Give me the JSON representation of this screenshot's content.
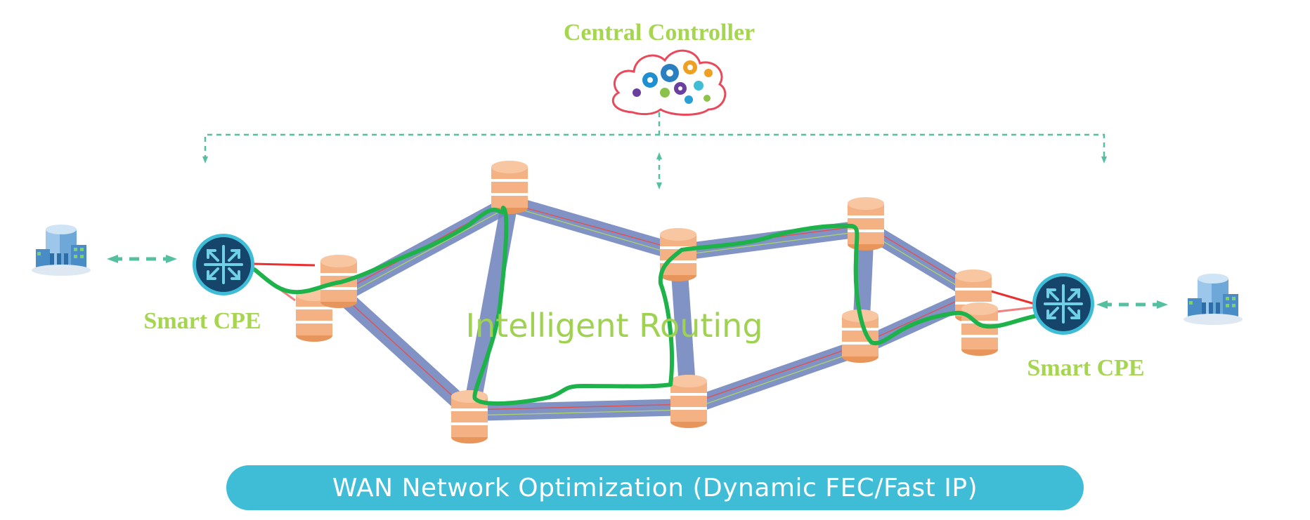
{
  "controller": {
    "title": "Central Controller",
    "icon": "cloud-gears-icon"
  },
  "left_cpe": {
    "label": "Smart CPE",
    "icon": "router-icon"
  },
  "right_cpe": {
    "label": "Smart CPE",
    "icon": "router-icon"
  },
  "left_site": {
    "icon": "office-building-icon"
  },
  "right_site": {
    "icon": "office-building-icon"
  },
  "routing_label": "Intelligent Routing",
  "banner": {
    "text": "WAN Network Optimization (Dynamic FEC/Fast IP)"
  },
  "colors": {
    "label_green": "#a6d64f",
    "route_green": "#1db34a",
    "link_blue": "#6f83bd",
    "node_orange": "#f4b183",
    "cpe_navy": "#16456b",
    "cpe_ring": "#3fbcd6",
    "dashed_teal": "#55c0a0",
    "banner_teal": "#3fbcd6"
  }
}
